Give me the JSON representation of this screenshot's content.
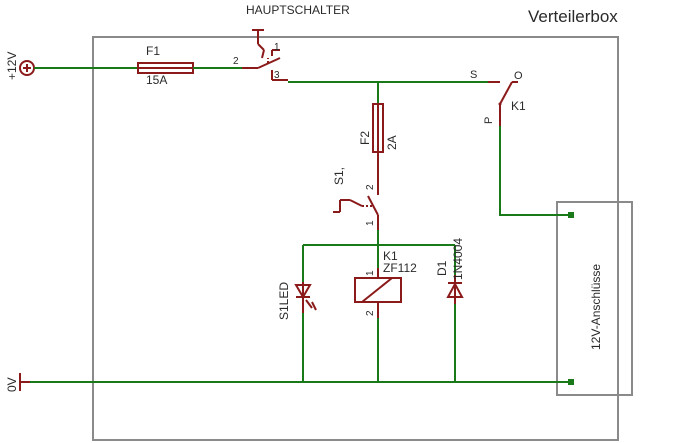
{
  "title": "Verteilerbox",
  "main_switch_title": "HAUPTSCHALTER",
  "supply_plus": "+12V",
  "supply_ground": "0V",
  "fuse_main": {
    "name": "F1",
    "value": "15A"
  },
  "fuse_branch": {
    "name": "F2",
    "value": "2A"
  },
  "main_switch_pins": {
    "p1": "1",
    "p2": "2",
    "p3": "3"
  },
  "switch_s1": {
    "name": "S1,",
    "pin1": "1",
    "pin2": "2"
  },
  "relay_contact": {
    "name": "K1",
    "s": "S",
    "o": "O",
    "p": "P"
  },
  "relay_coil": {
    "name": "K1",
    "type": "ZF112",
    "pin1": "1",
    "pin2": "2"
  },
  "led": {
    "name": "S1LED"
  },
  "diode": {
    "name": "D1",
    "type": "1N4004"
  },
  "connector": {
    "name": "12V-Anschlüsse"
  },
  "colors": {
    "wire": "#1a7a1a",
    "component": "#8b1a1a",
    "frame": "#8a8a8a"
  }
}
